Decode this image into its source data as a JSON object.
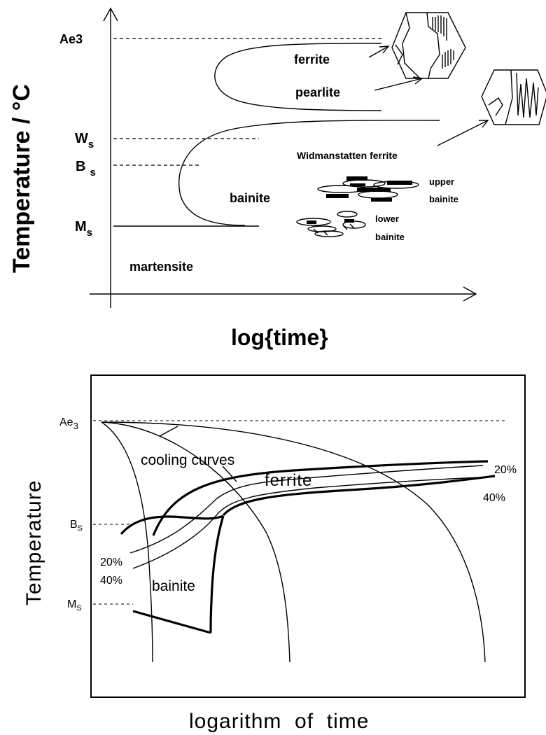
{
  "top_diagram": {
    "y_axis_label": "Temperature / °C",
    "x_axis_label": "log{time}",
    "temp_ae3": "Ae3",
    "temp_ws_main": "W",
    "temp_ws_sub": "s",
    "temp_bs_main": "B",
    "temp_bs_sub": "s",
    "temp_ms_main": "M",
    "temp_ms_sub": "s",
    "region_ferrite": "ferrite",
    "region_pearlite": "pearlite",
    "region_widmanstatten": "Widmanstatten ferrite",
    "region_bainite": "bainite",
    "region_upper_bainite_1": "upper",
    "region_upper_bainite_2": "bainite",
    "region_lower_bainite_1": "lower",
    "region_lower_bainite_2": "bainite",
    "region_martensite": "martensite"
  },
  "bottom_diagram": {
    "y_axis_label": "Temperature",
    "x_axis_label": "logarithm  of  time",
    "temp_ae_main": "Ae",
    "temp_ae_sub": "3",
    "temp_bs_main": "B",
    "temp_bs_sub": "S",
    "temp_ms_main": "M",
    "temp_ms_sub": "S",
    "label_cooling_curves": "cooling curves",
    "label_ferrite": "ferrite",
    "label_bainite": "bainite",
    "label_20_right": "20%",
    "label_40_right": "40%",
    "label_20_left": "20%",
    "label_40_left": "40%"
  }
}
